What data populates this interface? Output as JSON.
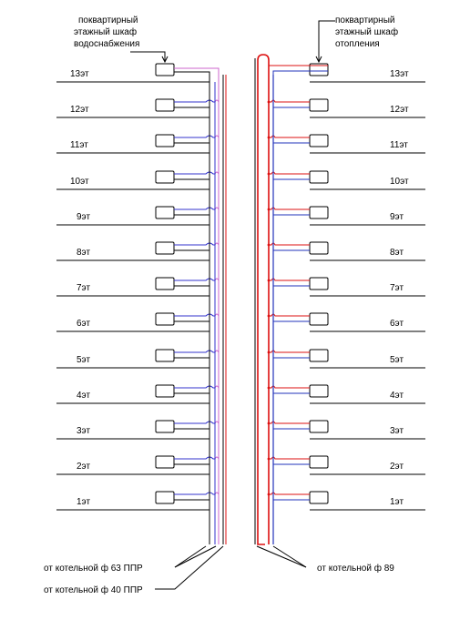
{
  "water_supply": {
    "cabinet_caption": [
      "поквартирный",
      "этажный шкаф",
      "водоснабжения"
    ],
    "supply_notes": [
      "от котельной ф 63 ППР",
      "от котельной ф 40 ППР"
    ]
  },
  "heating": {
    "cabinet_caption": [
      "поквартирный",
      "этажный шкаф",
      "отопления"
    ],
    "supply_notes": [
      "от котельной ф 89"
    ]
  },
  "floors": [
    "13эт",
    "12эт",
    "11эт",
    "10эт",
    "9эт",
    "8эт",
    "7эт",
    "6эт",
    "5эт",
    "4эт",
    "3эт",
    "2эт",
    "1эт"
  ],
  "colors": {
    "outline": "#000000",
    "water_cold": "#3333cc",
    "water_hot": "#cc66cc",
    "heat_supply": "#dd1111",
    "heat_return": "#2233bb"
  }
}
